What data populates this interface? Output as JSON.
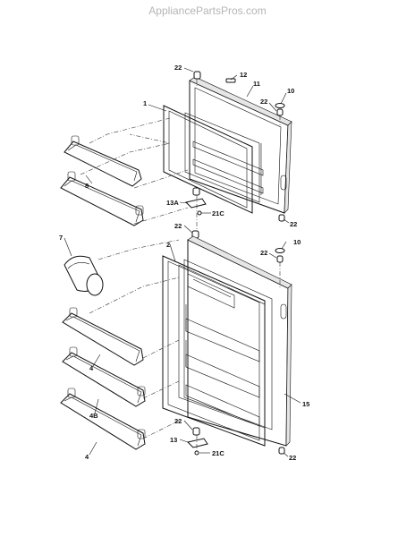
{
  "watermark": "AppliancePartsPros.com",
  "callouts": {
    "c22_top": "22",
    "c12": "12",
    "c11": "11",
    "c10_top": "10",
    "c22_right_top": "22",
    "c1": "1",
    "c8": "8",
    "c13A": "13A",
    "c21C_top": "21C",
    "c22_mid_left": "22",
    "c22_mid_right": "22",
    "c7": "7",
    "c2": "2",
    "c10_bottom": "10",
    "c22_right_bottom": "22",
    "c4_upper": "4",
    "c4B": "4B",
    "c15": "15",
    "c22_low_left": "22",
    "c13": "13",
    "c21C_bottom": "21C",
    "c4_lower": "4",
    "c22_bottom_right": "22"
  }
}
